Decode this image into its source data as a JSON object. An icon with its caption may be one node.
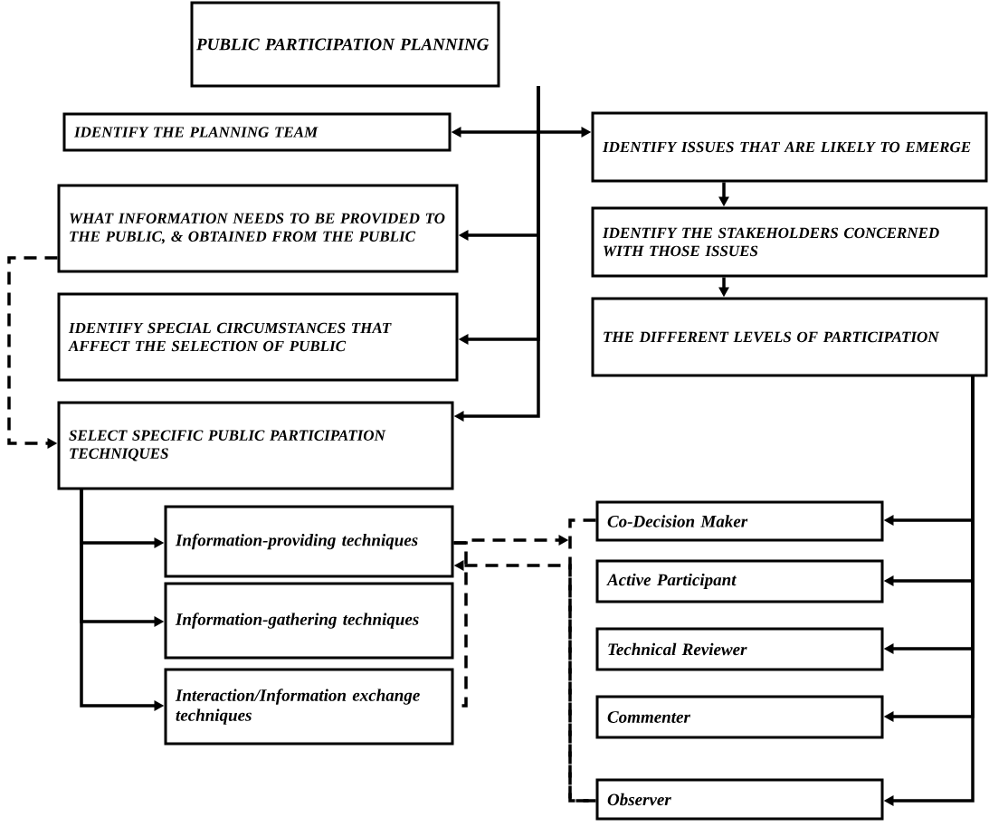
{
  "diagram": {
    "nodes": [
      {
        "text": [
          "PUBLIC PARTICIPATION PLANNING"
        ]
      },
      {
        "text": [
          "IDENTIFY THE PLANNING TEAM"
        ]
      },
      {
        "text": [
          "WHAT INFORMATION NEEDS TO BE PROVIDED TO THE PUBLIC, & OBTAINED FROM THE PUBLIC"
        ]
      },
      {
        "text": [
          "IDENTIFY SPECIAL CIRCUMSTANCES THAT AFFECT THE SELECTION OF PUBLIC"
        ]
      },
      {
        "text": [
          "SELECT SPECIFIC PUBLIC PARTICIPATION TECHNIQUES"
        ]
      },
      {
        "text": [
          "IDENTIFY ISSUES THAT ARE LIKELY TO EMERGE"
        ]
      },
      {
        "text": [
          "IDENTIFY THE STAKEHOLDERS CONCERNED WITH THOSE ISSUES"
        ]
      },
      {
        "text": [
          "THE DIFFERENT LEVELS OF PARTICIPATION"
        ]
      },
      {
        "text": [
          "Co-Decision Maker"
        ]
      },
      {
        "text": [
          "Active Participant"
        ]
      },
      {
        "text": [
          "Technical Reviewer"
        ]
      },
      {
        "text": [
          "Commenter"
        ]
      },
      {
        "text": [
          "Observer"
        ]
      },
      {
        "text": [
          "Information-providing techniques"
        ]
      },
      {
        "text": [
          "Information-gathering techniques"
        ]
      },
      {
        "text": [
          "Interaction/Information exchange techniques"
        ]
      }
    ],
    "edges": [
      {
        "from": 0,
        "to": 1,
        "arrow": "to"
      },
      {
        "from": 0,
        "to": 5,
        "arrow": "to"
      },
      {
        "from": 0,
        "to": 2,
        "arrow": "to"
      },
      {
        "from": 0,
        "to": 3,
        "arrow": "to"
      },
      {
        "from": 0,
        "to": 4,
        "arrow": "to"
      },
      {
        "from": 5,
        "to": 6,
        "arrow": "to"
      },
      {
        "from": 6,
        "to": 7,
        "arrow": "to"
      },
      {
        "from": 7,
        "to": 8,
        "arrow": "to"
      },
      {
        "from": 7,
        "to": 9,
        "arrow": "to"
      },
      {
        "from": 7,
        "to": 10,
        "arrow": "to"
      },
      {
        "from": 7,
        "to": 11,
        "arrow": "to"
      },
      {
        "from": 7,
        "to": 12,
        "arrow": "to"
      },
      {
        "from": 4,
        "to": 13,
        "arrow": "to"
      },
      {
        "from": 4,
        "to": 14,
        "arrow": "to"
      },
      {
        "from": 4,
        "to": 15,
        "arrow": "to"
      },
      {
        "from": 2,
        "to": 4,
        "arrow": "to",
        "style": "dashed"
      },
      {
        "from": 13,
        "to": 15,
        "arrow": "none",
        "style": "dashed"
      },
      {
        "from": 8,
        "to": 12,
        "arrow": "none",
        "style": "dashed"
      },
      {
        "from": 13,
        "to": 8,
        "arrow": "to",
        "style": "dashed"
      },
      {
        "from": 12,
        "to": 13,
        "arrow": "to",
        "style": "dashed"
      }
    ]
  }
}
